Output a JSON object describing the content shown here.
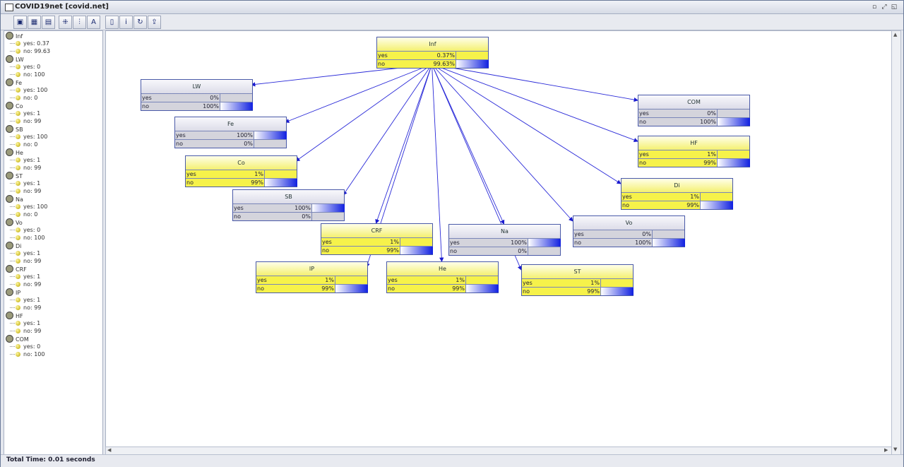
{
  "window": {
    "title": "COVID19net [covid.net]"
  },
  "toolbar": {
    "buttons": [
      {
        "name": "open-net-button",
        "glyph": "▣"
      },
      {
        "name": "save-net-button",
        "glyph": "▦"
      },
      {
        "name": "save-as-button",
        "glyph": "▤"
      },
      {
        "name": "layout-grid-button",
        "glyph": "⁜"
      },
      {
        "name": "layout-tree-button",
        "glyph": "⫶"
      },
      {
        "name": "network-button",
        "glyph": "A"
      },
      {
        "name": "notes-button",
        "glyph": "▯"
      },
      {
        "name": "info-button",
        "glyph": "i"
      },
      {
        "name": "refresh-button",
        "glyph": "↻"
      },
      {
        "name": "export-button",
        "glyph": "⇪"
      }
    ]
  },
  "tree": [
    {
      "node": "Inf",
      "states": [
        "yes: 0.37",
        "no: 99.63"
      ]
    },
    {
      "node": "LW",
      "states": [
        "yes: 0",
        "no: 100"
      ]
    },
    {
      "node": "Fe",
      "states": [
        "yes: 100",
        "no: 0"
      ]
    },
    {
      "node": "Co",
      "states": [
        "yes: 1",
        "no: 99"
      ]
    },
    {
      "node": "SB",
      "states": [
        "yes: 100",
        "no: 0"
      ]
    },
    {
      "node": "He",
      "states": [
        "yes: 1",
        "no: 99"
      ]
    },
    {
      "node": "ST",
      "states": [
        "yes: 1",
        "no: 99"
      ]
    },
    {
      "node": "Na",
      "states": [
        "yes: 100",
        "no: 0"
      ]
    },
    {
      "node": "Vo",
      "states": [
        "yes: 0",
        "no: 100"
      ]
    },
    {
      "node": "Di",
      "states": [
        "yes: 1",
        "no: 99"
      ]
    },
    {
      "node": "CRF",
      "states": [
        "yes: 1",
        "no: 99"
      ]
    },
    {
      "node": "IP",
      "states": [
        "yes: 1",
        "no: 99"
      ]
    },
    {
      "node": "HF",
      "states": [
        "yes: 1",
        "no: 99"
      ]
    },
    {
      "node": "COM",
      "states": [
        "yes: 0",
        "no: 100"
      ]
    }
  ],
  "graph": {
    "nodes": [
      {
        "id": "Inf",
        "label": "Inf",
        "style": "yellow",
        "yes": "0.37%",
        "no": "99.63%",
        "yes_frac": 0.0037,
        "no_frac": 0.9963
      },
      {
        "id": "LW",
        "label": "LW",
        "style": "gray",
        "yes": "0%",
        "no": "100%",
        "yes_frac": 0,
        "no_frac": 1
      },
      {
        "id": "Fe",
        "label": "Fe",
        "style": "gray",
        "yes": "100%",
        "no": "0%",
        "yes_frac": 1,
        "no_frac": 0
      },
      {
        "id": "Co",
        "label": "Co",
        "style": "yellow",
        "yes": "1%",
        "no": "99%",
        "yes_frac": 0.01,
        "no_frac": 0.99
      },
      {
        "id": "SB",
        "label": "SB",
        "style": "gray",
        "yes": "100%",
        "no": "0%",
        "yes_frac": 1,
        "no_frac": 0
      },
      {
        "id": "CRF",
        "label": "CRF",
        "style": "yellow",
        "yes": "1%",
        "no": "99%",
        "yes_frac": 0.01,
        "no_frac": 0.99
      },
      {
        "id": "IP",
        "label": "IP",
        "style": "yellow",
        "yes": "1%",
        "no": "99%",
        "yes_frac": 0.01,
        "no_frac": 0.99
      },
      {
        "id": "He",
        "label": "He",
        "style": "yellow",
        "yes": "1%",
        "no": "99%",
        "yes_frac": 0.01,
        "no_frac": 0.99
      },
      {
        "id": "Na",
        "label": "Na",
        "style": "gray",
        "yes": "100%",
        "no": "0%",
        "yes_frac": 1,
        "no_frac": 0
      },
      {
        "id": "ST",
        "label": "ST",
        "style": "yellow",
        "yes": "1%",
        "no": "99%",
        "yes_frac": 0.01,
        "no_frac": 0.99
      },
      {
        "id": "Vo",
        "label": "Vo",
        "style": "gray",
        "yes": "0%",
        "no": "100%",
        "yes_frac": 0,
        "no_frac": 1
      },
      {
        "id": "Di",
        "label": "Di",
        "style": "yellow",
        "yes": "1%",
        "no": "99%",
        "yes_frac": 0.01,
        "no_frac": 0.99
      },
      {
        "id": "HF",
        "label": "HF",
        "style": "yellow",
        "yes": "1%",
        "no": "99%",
        "yes_frac": 0.01,
        "no_frac": 0.99
      },
      {
        "id": "COM",
        "label": "COM",
        "style": "gray",
        "yes": "0%",
        "no": "100%",
        "yes_frac": 0,
        "no_frac": 1
      }
    ],
    "state_names": [
      "yes",
      "no"
    ]
  },
  "status": {
    "text": "Total Time: 0.01 seconds"
  }
}
